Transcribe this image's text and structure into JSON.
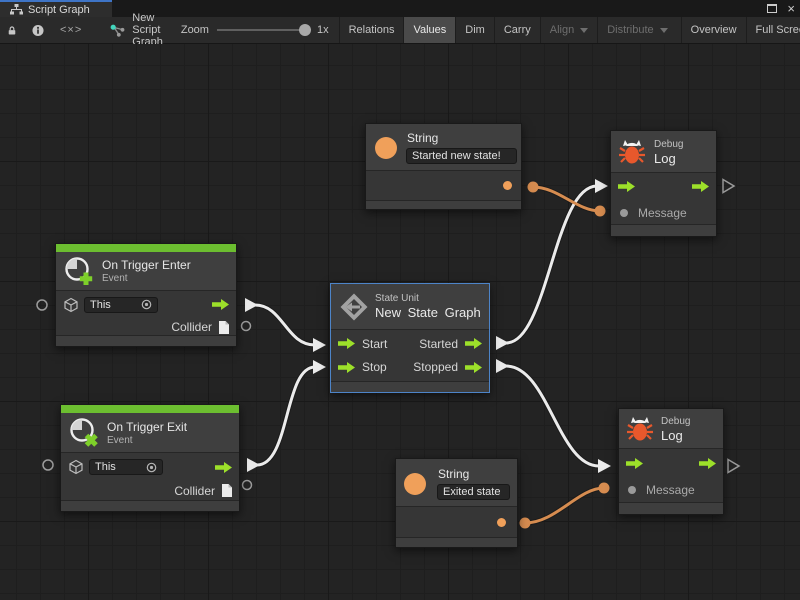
{
  "colors": {
    "accent_green": "#6cbe30",
    "port_green": "#9de02a",
    "literal_orange": "#f0a05a",
    "wire_orange": "#d68c50",
    "wire_white": "#ebebeb",
    "selection_blue": "#4d84c8",
    "bug_orange": "#e8582c"
  },
  "tab_bar": {
    "tab": {
      "title": "Script Graph"
    },
    "window_controls": {
      "close_glyph": "×"
    }
  },
  "toolbar": {
    "code_toggle": "<×>",
    "graph_name": "New Script Graph",
    "zoom": {
      "label": "Zoom",
      "value": "1x"
    },
    "view_buttons": [
      {
        "label": "Relations",
        "active": false,
        "disabled": false
      },
      {
        "label": "Values",
        "active": true,
        "disabled": false
      },
      {
        "label": "Dim",
        "active": false,
        "disabled": false
      },
      {
        "label": "Carry",
        "active": false,
        "disabled": false
      },
      {
        "label": "Align",
        "active": false,
        "disabled": true,
        "dropdown": true
      },
      {
        "label": "Distribute",
        "active": false,
        "disabled": true,
        "dropdown": true
      },
      {
        "label": "Overview",
        "active": false,
        "disabled": false
      },
      {
        "label": "Full Screen",
        "active": false,
        "disabled": false
      }
    ]
  },
  "nodes": {
    "string_top": {
      "title": "String",
      "value": "Started new state!"
    },
    "string_bottom": {
      "title": "String",
      "value": "Exited state"
    },
    "debug_top": {
      "kicker": "Debug",
      "title": "Log",
      "port": "Message"
    },
    "debug_bottom": {
      "kicker": "Debug",
      "title": "Log",
      "port": "Message"
    },
    "trigger_enter": {
      "title": "On Trigger Enter",
      "subtitle": "Event",
      "target": "This",
      "output": "Collider"
    },
    "trigger_exit": {
      "title": "On Trigger Exit",
      "subtitle": "Event",
      "target": "This",
      "output": "Collider"
    },
    "state_unit": {
      "kicker": "State Unit",
      "title": "New State Graph",
      "inputs": [
        "Start",
        "Stop"
      ],
      "outputs": [
        "Started",
        "Stopped"
      ]
    }
  }
}
